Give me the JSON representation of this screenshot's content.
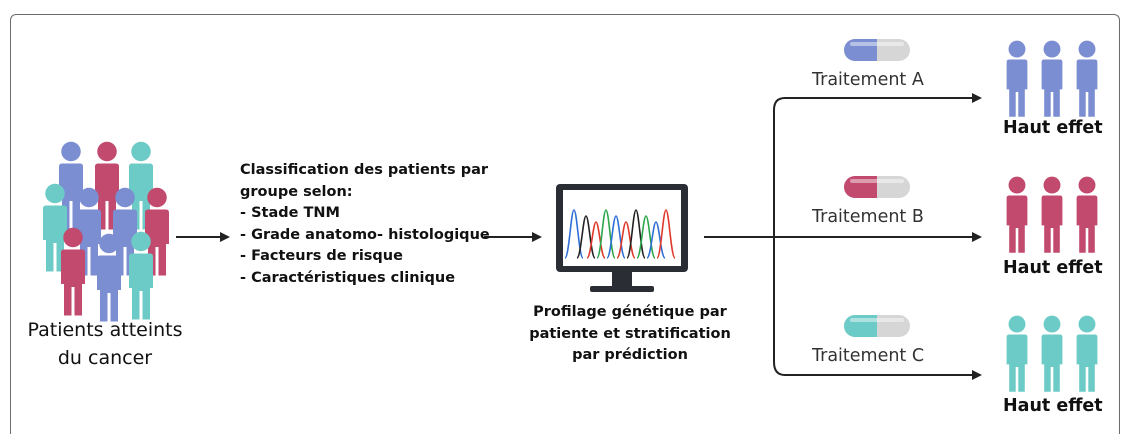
{
  "source_label": "Patients atteints du cancer",
  "classification": {
    "heading_line1": "Classification des patients par",
    "heading_line2": "groupe selon:",
    "items": [
      "- Stade TNM",
      "- Grade anatomo- histologique",
      "- Facteurs de risque",
      "- Caractéristiques clinique"
    ]
  },
  "profiling": {
    "label": "Profilage génétique par patiente et stratification par prédiction"
  },
  "treatments": [
    {
      "name": "Traitement A",
      "effect": "Haut effet",
      "color": "#7b8ed1"
    },
    {
      "name": "Traitement B",
      "effect": "Haut effet",
      "color": "#c24a6e"
    },
    {
      "name": "Traitement C",
      "effect": "Haut effet",
      "color": "#6ccbc6"
    }
  ],
  "colors": {
    "blue": "#7b8ed1",
    "red": "#c24a6e",
    "teal": "#6ccbc6",
    "arrow": "#222222"
  }
}
